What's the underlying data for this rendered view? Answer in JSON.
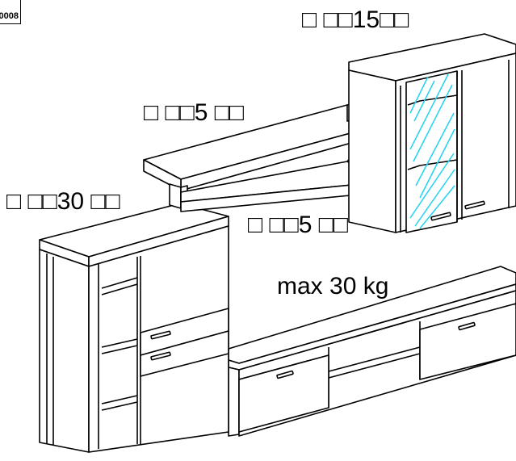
{
  "corner_code": "0008",
  "labels": {
    "top_cabinet": "□ □□15□□",
    "shelf": "□ □□5 □□",
    "left_cabinet": "□ □□30 □□",
    "middle": "□ □□5 □□",
    "lowboard": "max 30 kg"
  },
  "colors": {
    "line": "#000000",
    "glass": "#22d3ee",
    "background": "#ffffff"
  }
}
